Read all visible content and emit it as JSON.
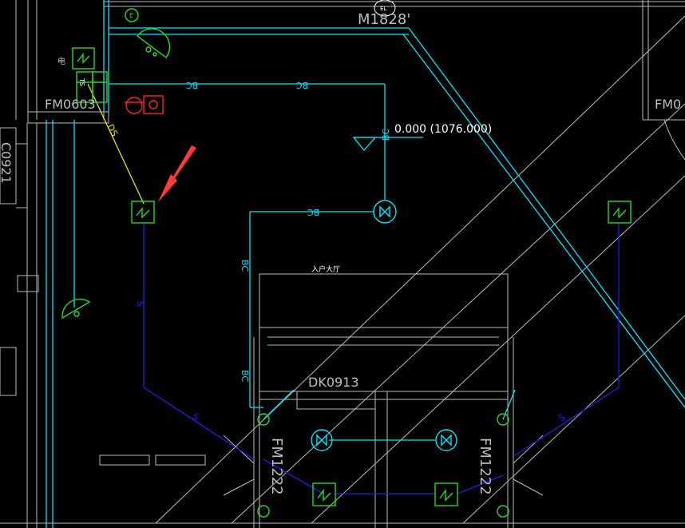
{
  "labels": {
    "door_top": "M1828'",
    "door_left": "FM0603",
    "door_right_edge": "FM0",
    "wall_code_left": "C0921",
    "elevation": "0.000 (1076.000)",
    "room_name": "入户大厅",
    "window_code": "DK0913",
    "door_bottom_left": "FM1222",
    "door_bottom_right": "FM1222",
    "el_tag": "EL",
    "e_tag": "E",
    "ts_tag": "TS",
    "dian": "电"
  },
  "wire_tags": {
    "bc": "BC",
    "ds": "DS",
    "s": "S"
  },
  "colors": {
    "background": "#000000",
    "cyan": "#00e5ff",
    "green": "#22dd22",
    "blue": "#1a22ee",
    "yellow": "#e8e800",
    "red": "#ff2020",
    "grey": "#bdbdbd",
    "white": "#ffffff",
    "arrow": "#ff3b3b"
  },
  "icons": {
    "light_fixture": "circle-bowtie-icon",
    "emergency_light": "square-wave-icon",
    "fire_alarm": "half-circle-detector-icon",
    "alert_arrow": "red-arrow-icon"
  }
}
